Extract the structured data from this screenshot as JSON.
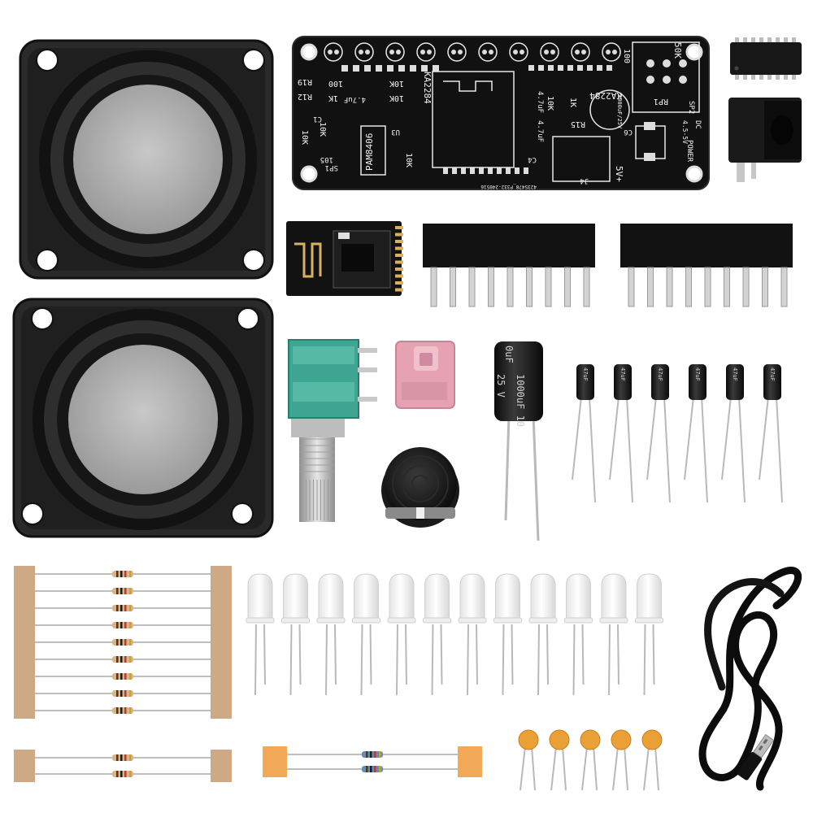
{
  "pcb": {
    "labels": {
      "ic_left": "KA2284",
      "ic_right": "KA2284",
      "amp": "PAM8406",
      "r19": "R19",
      "r12": "R12",
      "r15": "R15",
      "r_100_left": "100",
      "r_100_right": "100",
      "r_1k_left": "1K",
      "r_1k_right": "1K",
      "r_10k_a": "10K",
      "r_10k_b": "10K",
      "r_10k_c": "10K",
      "r_10k_d": "10K",
      "r_10k_e": "10K",
      "r_10k_f": "10K",
      "c1": "C1",
      "c_105": "105",
      "c_47uf_a": "4.7uF",
      "c_47uf_b": "4.7uF",
      "c_47uf_c": "4.7uF",
      "u3": "U3",
      "sp1": "SP1",
      "sp2": "SP2",
      "rp1": "RP1",
      "pot_50k": "50K",
      "c6": "C6",
      "c6_value": "1000uF/25V",
      "c4": "C4",
      "j4": "J4",
      "supply": "5V+",
      "power": "POWER",
      "dc": "DC",
      "dc_rating": "4.5-5V",
      "serial": "4235478_P332-240516"
    }
  },
  "big_capacitor": {
    "text_line1": "1000uF 10",
    "text_line2": "25 V",
    "prefix": "0uF"
  },
  "small_capacitor_label": "47uF",
  "counts": {
    "speakers": 2,
    "small_capacitors": 6,
    "leds": 12,
    "ceramic_capacitors": 5,
    "resistors_long_strip": 9,
    "resistors_short_strip": 2,
    "resistors_blue_strip": 2,
    "header_pins": 9
  },
  "colors": {
    "pcb": "#111111",
    "silkscreen": "#f2f2f2",
    "speaker_rim": "#1d1d1d",
    "speaker_cone": "#b5b5b5",
    "pot_body": "#3fa593",
    "audio_jack": "#e6a2b3",
    "tape": "#c9a27c",
    "orange_tape": "#f0a24a",
    "ceramic_cap": "#e9a036",
    "resistor_body": "#d9b48a",
    "resistor_blue": "#5a8fc0"
  }
}
